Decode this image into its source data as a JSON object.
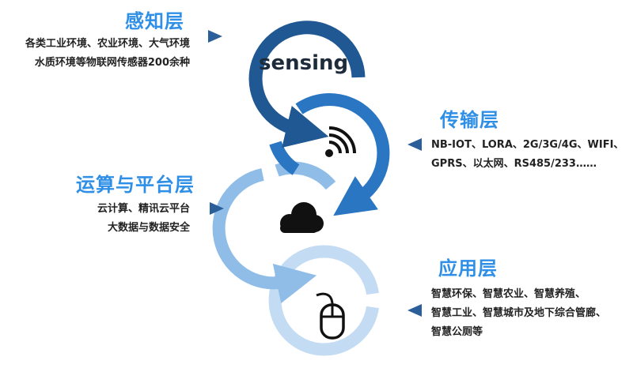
{
  "layers": [
    {
      "title": "感知层",
      "lines": [
        "各类工业环境、农业环境、大气环境",
        "水质环境等物联网传感器200余种"
      ],
      "ring_label": "sensing",
      "ring_color": "#1f5892",
      "icon": "sensing-text"
    },
    {
      "title": "传输层",
      "lines": [
        "NB-IOT、LORA、2G/3G/4G、WIFI、",
        "GPRS、以太网、RS485/233……"
      ],
      "ring_color": "#2a76c2",
      "icon": "wireless-signal-icon"
    },
    {
      "title": "运算与平台层",
      "lines": [
        "云计算、精讯云平台",
        "大数据与数据安全"
      ],
      "ring_color": "#8fbde8",
      "icon": "cloud-icon"
    },
    {
      "title": "应用层",
      "lines": [
        "智慧环保、智慧农业、智慧养殖、",
        "智慧工业、智慧城市及地下综合管廊、",
        "智慧公厕等"
      ],
      "ring_color": "#c4dcf3",
      "icon": "mouse-icon"
    }
  ],
  "colors": {
    "title": "#2f8fe6",
    "body_text": "#222222",
    "pointer": "#2a5f99",
    "icon": "#111111"
  }
}
